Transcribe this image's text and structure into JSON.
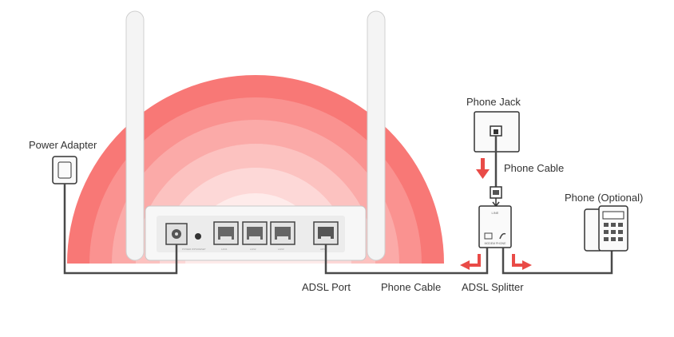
{
  "labels": {
    "power_adapter": "Power Adapter",
    "phone_jack": "Phone Jack",
    "phone_cable_top": "Phone Cable",
    "phone_optional": "Phone (Optional)",
    "adsl_port": "ADSL Port",
    "phone_cable_bottom": "Phone Cable",
    "adsl_splitter": "ADSL Splitter"
  },
  "splitter": {
    "line_label": "LINE",
    "modem_phone_label": "MODEM PHONE"
  },
  "router_ports": {
    "power": "POWER",
    "wps_reset": "WPS/RESET",
    "lan1": "LAN1",
    "lan2": "LAN2",
    "lan3": "LAN3",
    "adsl": "ADSL"
  },
  "colors": {
    "arc_outer": "#f87876",
    "arc_inner": "#ffffff",
    "cable": "#4a4a4a",
    "arrow": "#e94b47",
    "device_body": "#f6f6f6",
    "device_outline": "#bdbdbd"
  }
}
